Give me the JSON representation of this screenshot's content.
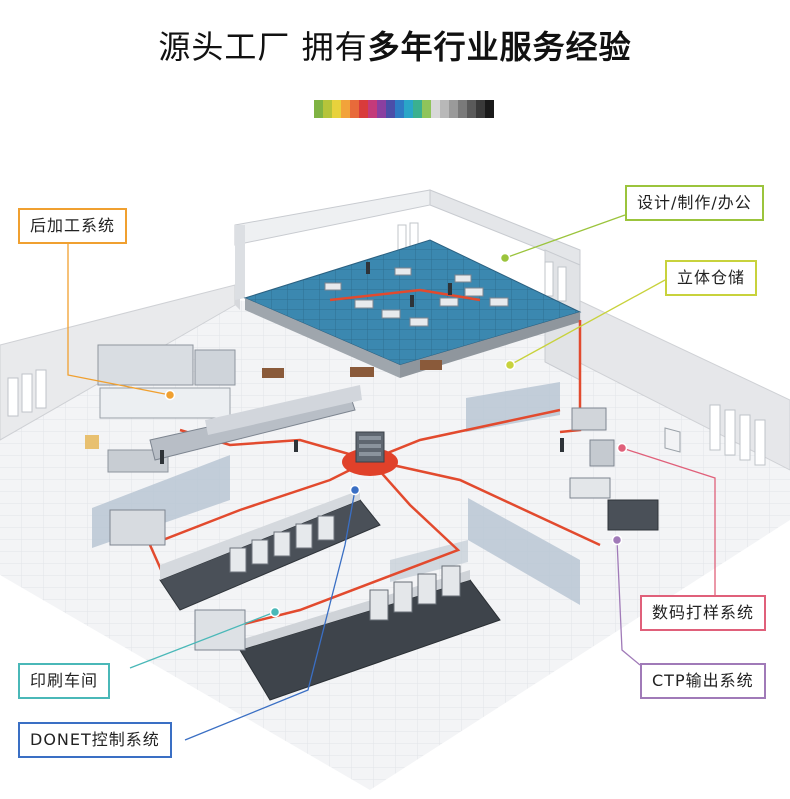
{
  "title": {
    "part1": "源头工厂 拥有",
    "part2": "多年行业服务经验"
  },
  "palette": [
    "#7fb343",
    "#b5c43a",
    "#e8d23c",
    "#f2a33a",
    "#e86a3a",
    "#d93b3b",
    "#c43a7a",
    "#8a3fa0",
    "#4b4ea8",
    "#2f7bc4",
    "#2aa6c8",
    "#3bb08f",
    "#8fc45a",
    "#d8d8d8",
    "#b8b8b8",
    "#9a9a9a",
    "#7a7a7a",
    "#5a5a5a",
    "#3a3a3a",
    "#1a1a1a"
  ],
  "labels": {
    "post_press": {
      "text": "后加工系统",
      "color": "#f0a030"
    },
    "design": {
      "text": "设计/制作/办公",
      "color": "#9bc43c"
    },
    "storage": {
      "text": "立体仓储",
      "color": "#c8d23c"
    },
    "print_shop": {
      "text": "印刷车间",
      "color": "#4ab8b8"
    },
    "donet": {
      "text": "DONET控制系统",
      "color": "#3a6fc4"
    },
    "digital_proof": {
      "text": "数码打样系统",
      "color": "#e0607a"
    },
    "ctp": {
      "text": "CTP输出系统",
      "color": "#a07ab8"
    }
  }
}
